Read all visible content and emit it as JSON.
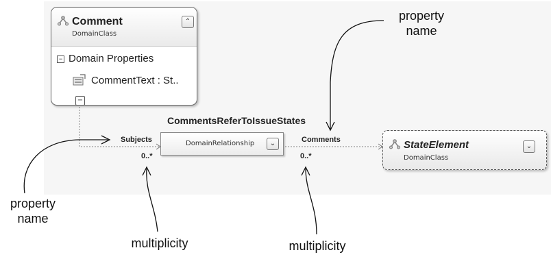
{
  "comment_class": {
    "name": "Comment",
    "stereotype": "DomainClass",
    "collapse_glyph": "⌃",
    "compartment_title": "Domain Properties",
    "property": "CommentText : St..",
    "icon": "domain-class-icon"
  },
  "relationship": {
    "name": "CommentsReferToIssueStates",
    "stereotype": "DomainRelationship",
    "expand_glyph": "⌄"
  },
  "state_class": {
    "name": "StateElement",
    "stereotype": "DomainClass",
    "expand_glyph": "⌄",
    "icon": "domain-class-icon"
  },
  "roles": {
    "source": "Subjects",
    "target": "Comments",
    "source_multiplicity": "0..*",
    "target_multiplicity": "0..*"
  },
  "callouts": {
    "property_name_top_1": "property",
    "property_name_top_2": "name",
    "property_name_left_1": "property",
    "property_name_left_2": "name",
    "multiplicity_left": "multiplicity",
    "multiplicity_right": "multiplicity"
  }
}
